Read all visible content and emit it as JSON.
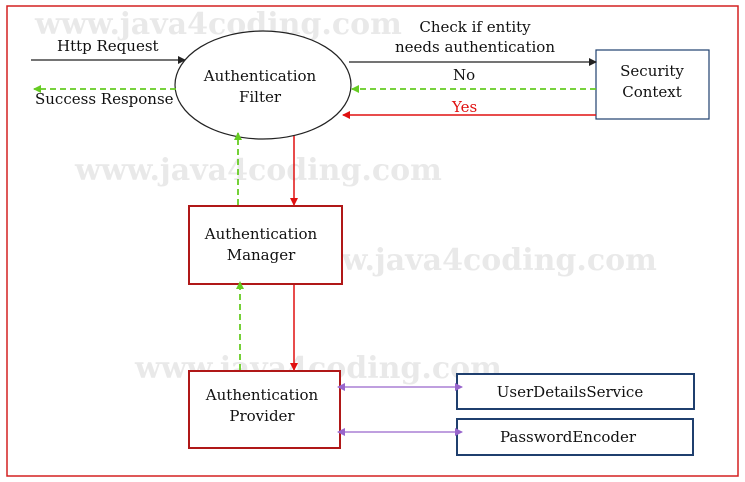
{
  "watermark": "www.java4coding.com",
  "nodes": {
    "auth_filter": [
      "Authentication",
      "Filter"
    ],
    "security_context": [
      "Security",
      "Context"
    ],
    "auth_manager": [
      "Authentication",
      "Manager"
    ],
    "auth_provider": [
      "Authentication",
      "Provider"
    ],
    "user_details_service": "UserDetailsService",
    "password_encoder": "PasswordEncoder"
  },
  "edges": {
    "http_request": "Http Request",
    "success_response": "Success Response",
    "check_entity": [
      "Check if entity",
      "needs authentication"
    ],
    "no": "No",
    "yes": "Yes"
  },
  "colors": {
    "frame": "#d42020",
    "box_red": "#b01818",
    "box_blue": "#1f3f6e",
    "arrow_black": "#222222",
    "arrow_red": "#e01010",
    "arrow_green": "#66cc22",
    "arrow_purple": "#9966cc"
  }
}
